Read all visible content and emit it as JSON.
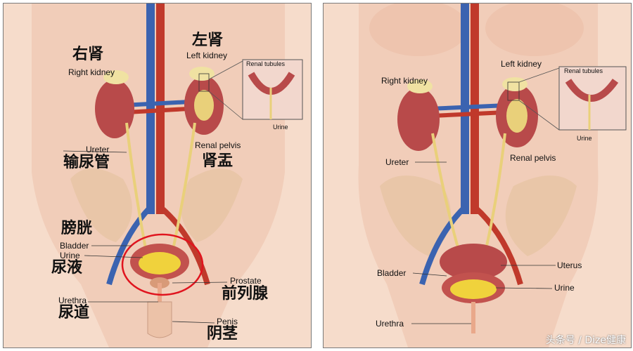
{
  "left_panel": {
    "labels": {
      "right_kidney_zh": "右肾",
      "right_kidney_en": "Right kidney",
      "left_kidney_zh": "左肾",
      "left_kidney_en": "Left kidney",
      "renal_tubules": "Renal tubules",
      "urine_inset": "Urine",
      "ureter_en": "Ureter",
      "ureter_zh": "输尿管",
      "renal_pelvis_en": "Renal pelvis",
      "renal_pelvis_zh": "肾盂",
      "bladder_zh": "膀胱",
      "bladder_en": "Bladder",
      "urine_en": "Urine",
      "urine_zh": "尿液",
      "prostate_en": "Prostate",
      "prostate_zh": "前列腺",
      "urethra_en": "Urethra",
      "urethra_zh": "尿道",
      "penis_en": "Penis",
      "penis_zh": "阴茎"
    }
  },
  "right_panel": {
    "labels": {
      "right_kidney": "Right kidney",
      "left_kidney": "Left kidney",
      "renal_tubules": "Renal tubules",
      "urine_inset": "Urine",
      "ureter": "Ureter",
      "renal_pelvis": "Renal pelvis",
      "bladder": "Bladder",
      "uterus": "Uterus",
      "urine": "Urine",
      "urethra": "Urethra"
    }
  },
  "watermark": "头条号 / Dize健康",
  "colors": {
    "skin": "#f6dccb",
    "kidney": "#b84a4a",
    "artery": "#c0392b",
    "vein": "#3b63b0",
    "ureter": "#e9d07a",
    "bladder_urine": "#f0d23c",
    "highlight_circle": "#e0141e"
  }
}
